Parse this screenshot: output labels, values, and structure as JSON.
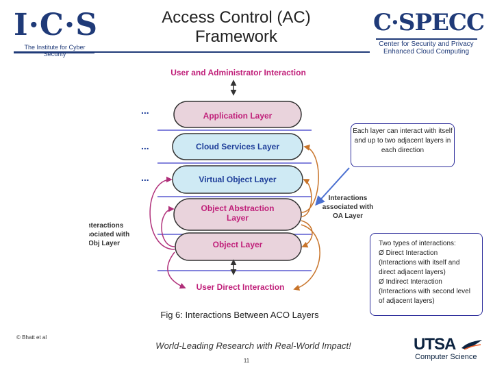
{
  "header": {
    "title_line1": "Access Control (AC)",
    "title_line2": "Framework",
    "ics_letters": "I·C·S",
    "ics_tagline": "The Institute for Cyber Security",
    "cspecc_name": "C·SPECC",
    "cspecc_line1": "Center for Security and Privacy",
    "cspecc_line2": "Enhanced Cloud Computing"
  },
  "diagram": {
    "top_label": "User and Administrator Interaction",
    "bottom_label": "User Direct Interaction",
    "left_label": [
      "Interactions",
      "associated with",
      "Obj Layer"
    ],
    "right_label": [
      "Interactions",
      "associated with",
      "OA Layer"
    ],
    "dots": "...",
    "layers": [
      {
        "name": "Application Layer",
        "lines": [
          "Application Layer"
        ],
        "fill": "#e9d3dc"
      },
      {
        "name": "Cloud Services Layer",
        "lines": [
          "Cloud Services Layer"
        ],
        "fill": "#cfeaf4"
      },
      {
        "name": "Virtual Object Layer",
        "lines": [
          "Virtual Object Layer"
        ],
        "fill": "#cfeaf4"
      },
      {
        "name": "Object Abstraction Layer",
        "lines": [
          "Object Abstraction",
          "Layer"
        ],
        "fill": "#e9d3dc"
      },
      {
        "name": "Object Layer",
        "lines": [
          "Object Layer"
        ],
        "fill": "#e9d3dc"
      }
    ],
    "colors": {
      "pink_text": "#c0207a",
      "blue_text": "#1f3f9a",
      "left_arrows": "#b0307a",
      "right_arrows": "#c8742a",
      "separator": "#5a5ad0",
      "pointer": "#4a6fd0"
    }
  },
  "caption": "Fig 6: Interactions Between ACO Layers",
  "notes": {
    "note1": "Each layer can interact with itself and up to two adjacent layers in each direction",
    "note2_intro": "Two types of interactions:",
    "note2_direct": "Direct Interaction",
    "note2_direct_desc": "(Interactions with itself and direct adjacent layers)",
    "note2_indirect": "Indirect Interaction",
    "note2_indirect_desc": "(Interactions with second level of adjacent layers)",
    "bullet": "Ø"
  },
  "footer": {
    "copyright": "© Bhatt et al",
    "tagline": "World-Leading Research with Real-World Impact!",
    "page": "11",
    "utsa_name": "UTSA",
    "utsa_sub": "Computer Science"
  }
}
